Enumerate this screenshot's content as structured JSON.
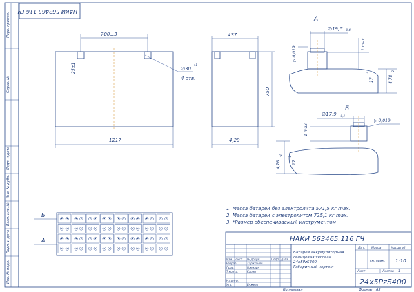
{
  "drawing": {
    "stamp_upside": "НАКИ 563465.116 ГЧ",
    "designation": "НАКИ 563465.116 ГЧ",
    "title_lines": [
      "Батарея аккумуляторная",
      "свинцовая тяговая",
      "24х5PzS400",
      "Габаритный чертеж"
    ],
    "big_code": "24х5PzS400",
    "left_strip": [
      "Перв. примен.",
      "Справ. №",
      "Подп. и дата",
      "Инв. № дубл.",
      "Взам. инв. №",
      "Подп. и дата",
      "Инв. № подл."
    ],
    "bottom_labels": {
      "copied": "Копировал",
      "format_label": "Формат",
      "format_value": "А3"
    },
    "tb_header": [
      "Изм",
      "Лист",
      "№ докум.",
      "Подп.",
      "Дата"
    ],
    "roles": [
      "Разраб.",
      "Пров.",
      "Т.контр.",
      "",
      "Н.контр.",
      "Утв."
    ],
    "names": [
      "Харитонов",
      "Гомилин",
      "Карин",
      "",
      "",
      "Енжеев"
    ],
    "lit_label": "Лит.",
    "mass_label": "Масса",
    "scale_label": "Масштаб",
    "mass_value": "см. прим.",
    "scale_value": "1:10",
    "sheet_label": "Лист",
    "sheets_label": "Листов",
    "sheets_value": "1"
  },
  "dims": {
    "d700": "700±3",
    "d437": "437",
    "d25": "25±1",
    "d30": "∅30",
    "d30sup": "+1",
    "holes": "4 отв.",
    "d750": "750",
    "d1217": "1217",
    "d429": "4,29"
  },
  "view_a": {
    "label": "А",
    "dia": "∅19,5",
    "dia_tol": "-0,4",
    "tol_left": "▷ 0,019",
    "max": "1 max",
    "h17": "17",
    "h17_tol": "-1",
    "h478": "4,78",
    "h478_tol": "-2"
  },
  "view_b": {
    "label": "Б",
    "dia": "∅17,9",
    "dia_tol": "-0,4",
    "tol_right": "▷ 0,019",
    "max": "1 max",
    "h17": "17",
    "h17_tol": "-1",
    "h478": "4,78",
    "h478_tol": "-2"
  },
  "top_labels": {
    "b": "Б",
    "a": "А"
  },
  "notes": [
    "1. Масса батареи без электролита 571,5 кг max.",
    "2. Масса батареи с электролитом 725,1 кг max.",
    "3. *Размер обеспечиваемый инструментом"
  ]
}
